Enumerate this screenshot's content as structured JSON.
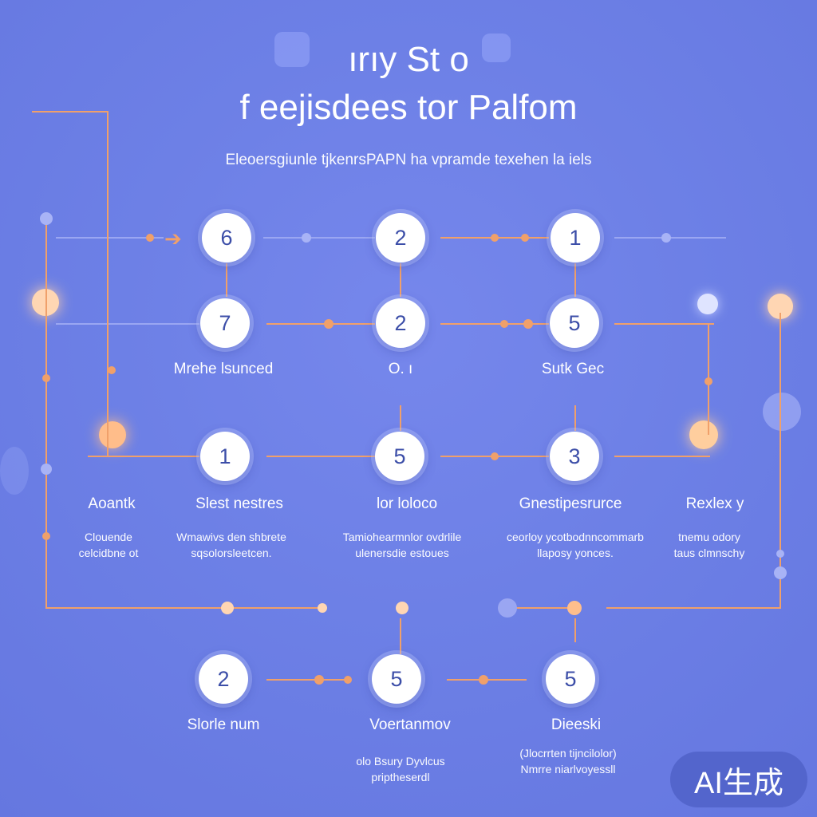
{
  "header": {
    "title_line1": "ırıy St o",
    "title_line2": "f eejisdees tor Palfom",
    "subtitle": "Eleoersgiunle tjkenrsPAPN ha vpramde texehen la iels"
  },
  "nodes": {
    "r1": [
      "6",
      "2",
      "1"
    ],
    "r2": [
      "7",
      "2",
      "5"
    ],
    "r3": [
      "1",
      "5",
      "3"
    ],
    "r4": [
      "2",
      "5",
      "5"
    ]
  },
  "labels": {
    "r2": [
      "Mrehe lsunced",
      "O. ı",
      "Sutk Gec"
    ],
    "r3": [
      "Aoantk",
      "Slest nestres",
      "lor loloco",
      "Gnestipesrurce",
      "Rexlex y"
    ],
    "r4": [
      "Slorle num",
      "Voertanmov",
      "Dieeski"
    ]
  },
  "descriptions": {
    "r3": [
      "Clouende\ncelcidbne ot",
      "Wmawivs den shbrete\nsqsolorsleetcen.",
      "Tamiohearmnlor ovdrlile\nulenersdie estoues",
      "ceorloy ycotbodnncommarb\nllaposy yonces.",
      "tnemu odory\ntaus clmnschy"
    ],
    "r4": [
      "olo Bsury Dyvlcus\npriptheserdl",
      "(Jlocrrten tijncilolor)\nNmrre niarlvoyessll"
    ]
  },
  "badge": "AI生成",
  "colors": {
    "background": "#6d80e6",
    "node": "#ffffff",
    "node_text": "#3c4ea8",
    "connector": "#f0a06a",
    "connector_alt": "#a0aaf5"
  }
}
